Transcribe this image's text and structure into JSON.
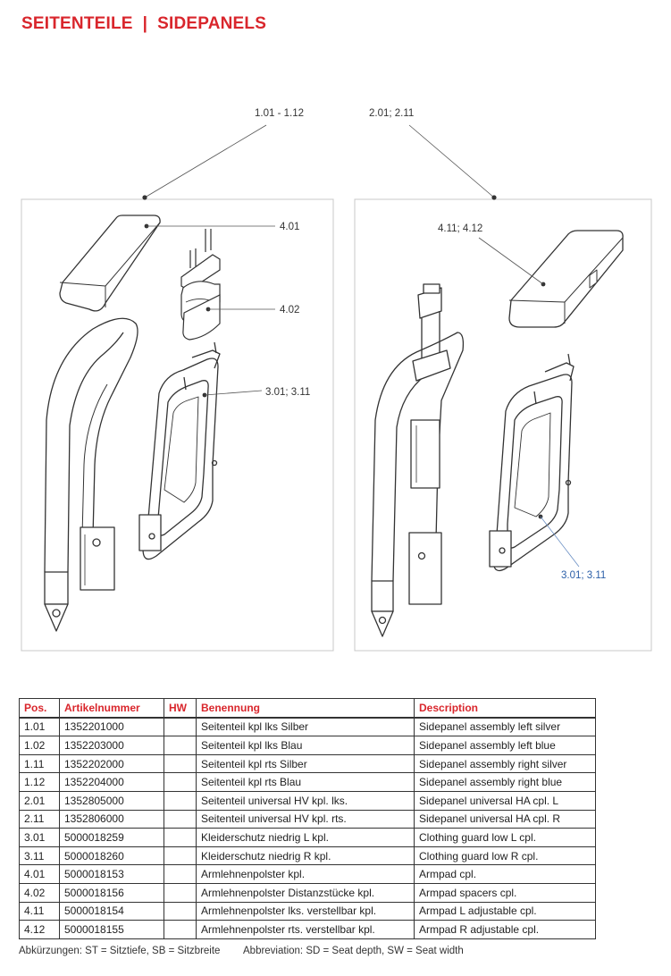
{
  "header": {
    "title": "SEITENTEILE  |  SIDEPANELS"
  },
  "callouts": {
    "group_left": "1.01 - 1.12",
    "group_right": "2.01; 2.11",
    "armpad": "4.01",
    "spacers": "4.02",
    "guard_left": "3.01; 3.11",
    "armpad_adjustable": "4.11; 4.12",
    "guard_right": "3.01; 3.11"
  },
  "parts_table": {
    "headers": {
      "pos": "Pos.",
      "article": "Artikelnummer",
      "hw": "HW",
      "name_de": "Benennung",
      "description": "Description"
    },
    "rows": [
      {
        "pos": "1.01",
        "article": "1352201000",
        "hw": "",
        "name_de": "Seitenteil kpl lks Silber",
        "description": "Sidepanel assembly left silver"
      },
      {
        "pos": "1.02",
        "article": "1352203000",
        "hw": "",
        "name_de": "Seitenteil kpl lks Blau",
        "description": "Sidepanel assembly left blue"
      },
      {
        "pos": "1.11",
        "article": "1352202000",
        "hw": "",
        "name_de": "Seitenteil kpl rts Silber",
        "description": "Sidepanel assembly right silver"
      },
      {
        "pos": "1.12",
        "article": "1352204000",
        "hw": "",
        "name_de": "Seitenteil kpl rts Blau",
        "description": "Sidepanel assembly right blue"
      },
      {
        "pos": "2.01",
        "article": "1352805000",
        "hw": "",
        "name_de": "Seitenteil universal HV kpl. lks.",
        "description": "Sidepanel universal HA cpl. L"
      },
      {
        "pos": "2.11",
        "article": "1352806000",
        "hw": "",
        "name_de": "Seitenteil universal HV kpl. rts.",
        "description": "Sidepanel universal HA cpl. R"
      },
      {
        "pos": "3.01",
        "article": "5000018259",
        "hw": "",
        "name_de": "Kleiderschutz niedrig L kpl.",
        "description": "Clothing guard low L cpl."
      },
      {
        "pos": "3.11",
        "article": "5000018260",
        "hw": "",
        "name_de": "Kleiderschutz niedrig R kpl.",
        "description": "Clothing guard low R cpl."
      },
      {
        "pos": "4.01",
        "article": "5000018153",
        "hw": "",
        "name_de": "Armlehnenpolster kpl.",
        "description": "Armpad cpl."
      },
      {
        "pos": "4.02",
        "article": "5000018156",
        "hw": "",
        "name_de": "Armlehnenpolster Distanzstücke kpl.",
        "description": "Armpad spacers cpl."
      },
      {
        "pos": "4.11",
        "article": "5000018154",
        "hw": "",
        "name_de": "Armlehnenpolster lks. verstellbar kpl.",
        "description": "Armpad L adjustable cpl."
      },
      {
        "pos": "4.12",
        "article": "5000018155",
        "hw": "",
        "name_de": "Armlehnenpolster rts. verstellbar kpl.",
        "description": "Armpad R adjustable cpl."
      }
    ]
  },
  "footnotes": {
    "de": "Abkürzungen: ST = Sitztiefe, SB = Sitzbreite",
    "en": "Abbreviation: SD = Seat depth, SW = Seat width"
  },
  "colors": {
    "accent": "#d9262c",
    "callout_blue": "#2b5fa8",
    "line": "#333333"
  }
}
